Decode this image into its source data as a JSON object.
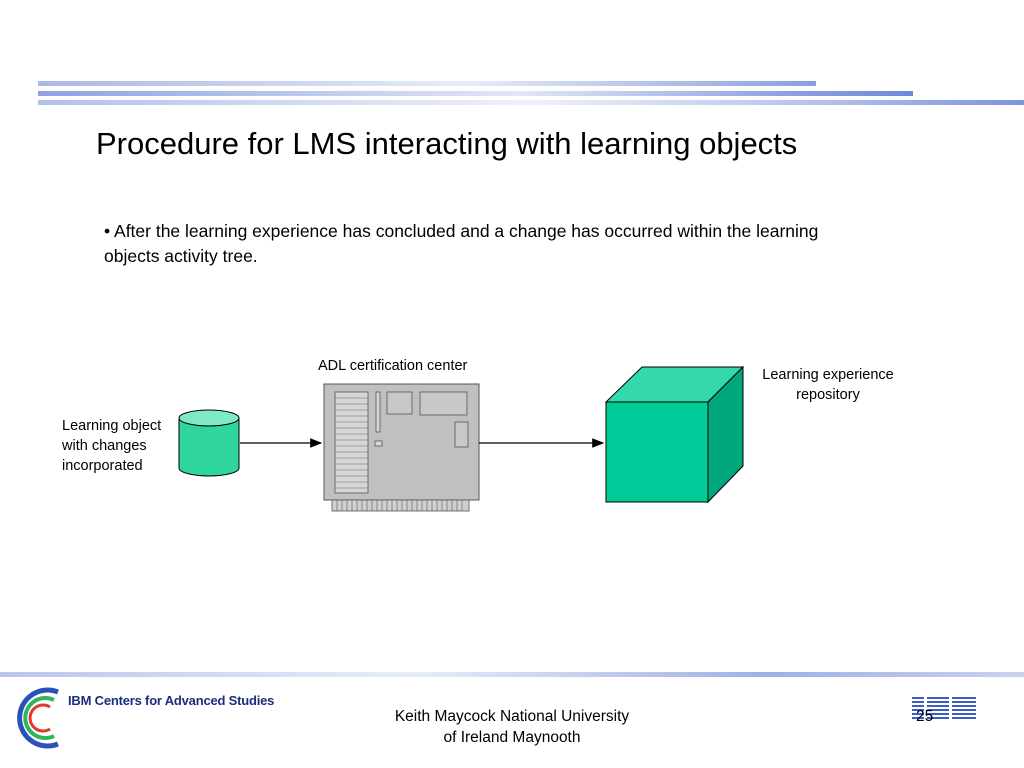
{
  "slide": {
    "title": "Procedure for LMS interacting with learning objects",
    "bullet": "• After the learning experience has concluded and a change has occurred within the learning objects activity tree."
  },
  "diagram": {
    "adl_label": "ADL certification center",
    "object_label_lines": [
      "Learning object",
      "with changes",
      "incorporated"
    ],
    "repository_label_lines": [
      "Learning experience",
      "repository"
    ],
    "colors": {
      "cylinder": "#2fd69c",
      "cube_front": "#00cc99",
      "cube_top": "#33d9aa",
      "cube_side": "#00a67d",
      "server": "#c0c0c0"
    }
  },
  "footer": {
    "author_lines": [
      "Keith Maycock   National University",
      "of Ireland Maynooth"
    ],
    "page_number": "25",
    "org_logo_text": "IBM Centers for Advanced Studies",
    "brand_logo_text": "IBM"
  }
}
